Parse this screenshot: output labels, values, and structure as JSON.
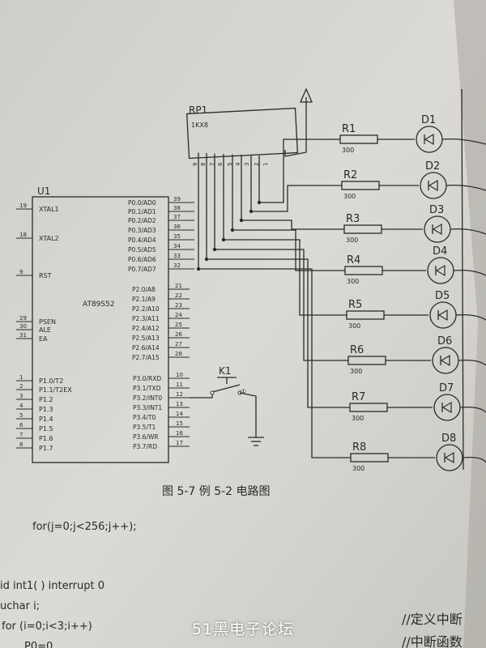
{
  "figure": {
    "caption": "图 5-7   例 5-2 电路图",
    "chip": {
      "ref": "U1",
      "part": "AT89S52",
      "left_pins": [
        {
          "num": "19",
          "name": "XTAL1"
        },
        {
          "num": "18",
          "name": "XTAL2"
        },
        {
          "num": "9",
          "name": "RST"
        },
        {
          "num": "29",
          "name": "PSEN"
        },
        {
          "num": "30",
          "name": "ALE"
        },
        {
          "num": "31",
          "name": "EA"
        },
        {
          "num": "1",
          "name": "P1.0/T2"
        },
        {
          "num": "2",
          "name": "P1.1/T2EX"
        },
        {
          "num": "3",
          "name": "P1.2"
        },
        {
          "num": "4",
          "name": "P1.3"
        },
        {
          "num": "5",
          "name": "P1.4"
        },
        {
          "num": "6",
          "name": "P1.5"
        },
        {
          "num": "7",
          "name": "P1.6"
        },
        {
          "num": "8",
          "name": "P1.7"
        }
      ],
      "p0_pins": [
        {
          "num": "39",
          "name": "P0.0/AD0"
        },
        {
          "num": "38",
          "name": "P0.1/AD1"
        },
        {
          "num": "37",
          "name": "P0.2/AD2"
        },
        {
          "num": "36",
          "name": "P0.3/AD3"
        },
        {
          "num": "35",
          "name": "P0.4/AD4"
        },
        {
          "num": "34",
          "name": "P0.5/AD5"
        },
        {
          "num": "33",
          "name": "P0.6/AD6"
        },
        {
          "num": "32",
          "name": "P0.7/AD7"
        }
      ],
      "p2_pins": [
        {
          "num": "21",
          "name": "P2.0/A8"
        },
        {
          "num": "22",
          "name": "P2.1/A9"
        },
        {
          "num": "23",
          "name": "P2.2/A10"
        },
        {
          "num": "24",
          "name": "P2.3/A11"
        },
        {
          "num": "25",
          "name": "P2.4/A12"
        },
        {
          "num": "26",
          "name": "P2.5/A13"
        },
        {
          "num": "27",
          "name": "P2.6/A14"
        },
        {
          "num": "28",
          "name": "P2.7/A15"
        }
      ],
      "p3_pins": [
        {
          "num": "10",
          "name": "P3.0/RXD"
        },
        {
          "num": "11",
          "name": "P3.1/TXD"
        },
        {
          "num": "12",
          "name": "P3.2/INT0"
        },
        {
          "num": "13",
          "name": "P3.3/INT1"
        },
        {
          "num": "14",
          "name": "P3.4/T0"
        },
        {
          "num": "15",
          "name": "P3.5/T1"
        },
        {
          "num": "16",
          "name": "P3.6/WR"
        },
        {
          "num": "17",
          "name": "P3.7/RD"
        }
      ]
    },
    "resistor_pack": {
      "ref": "RP1",
      "value": "1KX8",
      "pins": [
        "9",
        "8",
        "7",
        "6",
        "5",
        "4",
        "3",
        "2",
        "1"
      ]
    },
    "switch": {
      "ref": "K1"
    },
    "resistors": [
      {
        "ref": "R1",
        "value": "300"
      },
      {
        "ref": "R2",
        "value": "300"
      },
      {
        "ref": "R3",
        "value": "300"
      },
      {
        "ref": "R4",
        "value": "300"
      },
      {
        "ref": "R5",
        "value": "300"
      },
      {
        "ref": "R6",
        "value": "300"
      },
      {
        "ref": "R7",
        "value": "300"
      },
      {
        "ref": "R8",
        "value": "300"
      }
    ],
    "leds": [
      "D1",
      "D2",
      "D3",
      "D4",
      "D5",
      "D6",
      "D7",
      "D8"
    ]
  },
  "code": {
    "line1": "for(j=0;j<256;j++);",
    "line2": "id int1( ) interrupt 0",
    "line3": "uchar i;",
    "line4": "for (i=0;i<3;i++)",
    "line5": "P0=0",
    "comment1": "//定义中断",
    "comment2": "//中断函数"
  },
  "watermark": "51黑电子论坛",
  "colors": {
    "paper": "#d8d6d1",
    "ink": "#2a2a2a",
    "background": "#b9b6b0"
  }
}
